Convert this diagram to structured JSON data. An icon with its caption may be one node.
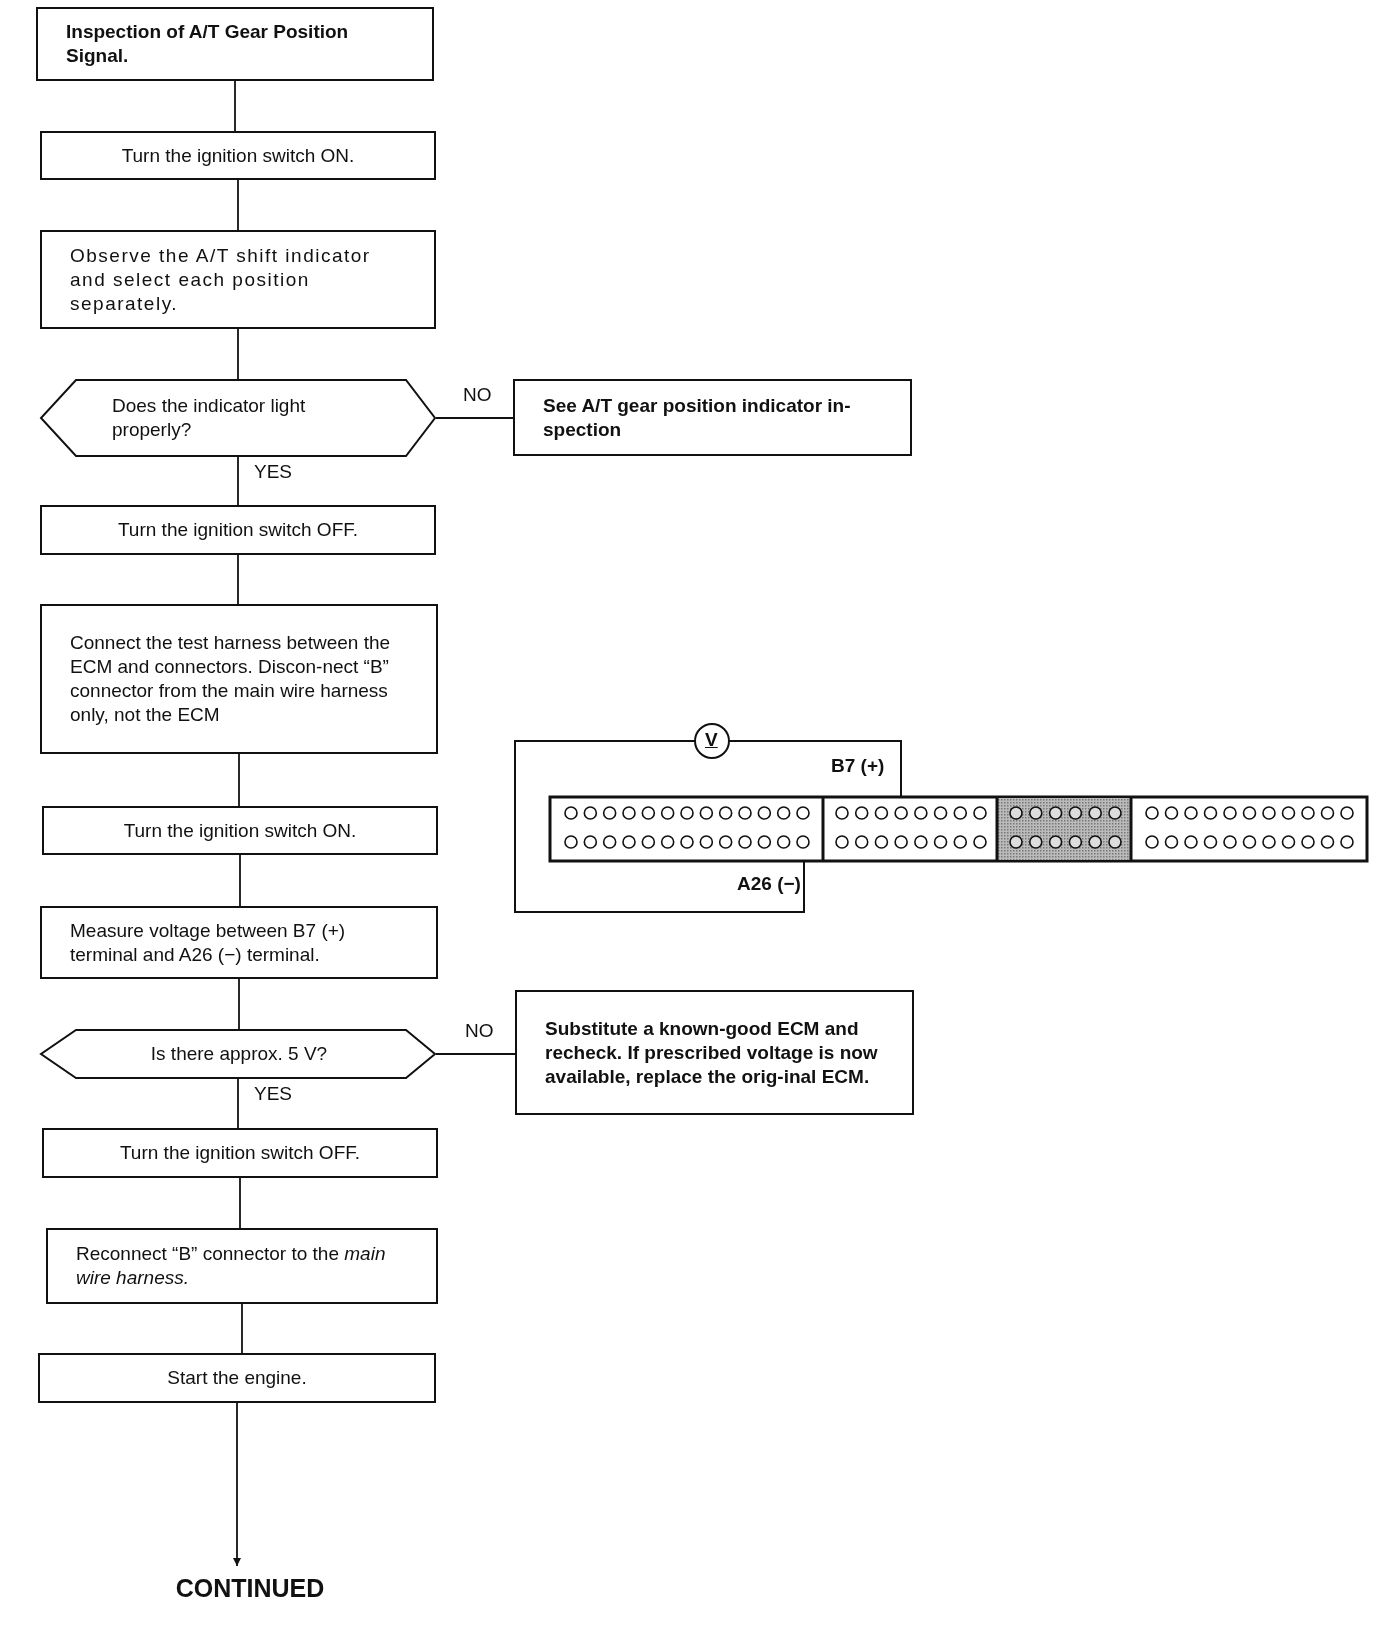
{
  "diagram": {
    "nodes": [
      {
        "text": [
          "Inspection of A/T Gear Position Signal."
        ]
      },
      {
        "text": [
          "Turn the ignition switch ON."
        ]
      },
      {
        "text": [
          "Observe the A/T shift indicator and select each position separately."
        ]
      },
      {
        "text": [
          "Does the indicator light properly?"
        ]
      },
      {
        "text": [
          "See A/T gear position indicator in-spection"
        ]
      },
      {
        "text": [
          "Turn the ignition switch OFF."
        ]
      },
      {
        "text": [
          "Connect the test harness between the ECM and connectors. Discon-nect “B” connector from the main wire harness only, not the ECM"
        ]
      },
      {
        "text": [
          "Turn the ignition switch ON."
        ]
      },
      {
        "text": [
          "Measure voltage between B7 (+) terminal and A26 (−) terminal."
        ]
      },
      {
        "text": [
          "Is there approx. 5 V?"
        ]
      },
      {
        "text": [
          "Substitute a known-good ECM and recheck. If prescribed voltage is now available, replace the orig-inal ECM."
        ]
      },
      {
        "text": [
          "Turn the ignition switch OFF."
        ]
      },
      {
        "text": [
          "Reconnect “B” connector to the *main wire harness.*"
        ]
      },
      {
        "text": [
          "Start the engine."
        ]
      },
      {
        "text": [
          "CONTINUED"
        ]
      }
    ],
    "edges": [
      {
        "from": 0,
        "to": 1,
        "arrow": "none"
      },
      {
        "from": 1,
        "to": 2,
        "arrow": "none"
      },
      {
        "from": 2,
        "to": 3,
        "arrow": "none"
      },
      {
        "from": 3,
        "to": 4,
        "arrow": "none",
        "label": "NO"
      },
      {
        "from": 3,
        "to": 5,
        "arrow": "none",
        "label": "YES"
      },
      {
        "from": 5,
        "to": 6,
        "arrow": "none"
      },
      {
        "from": 6,
        "to": 7,
        "arrow": "none"
      },
      {
        "from": 7,
        "to": 8,
        "arrow": "none"
      },
      {
        "from": 8,
        "to": 9,
        "arrow": "none"
      },
      {
        "from": 9,
        "to": 10,
        "arrow": "none",
        "label": "NO"
      },
      {
        "from": 9,
        "to": 11,
        "arrow": "none",
        "label": "YES"
      },
      {
        "from": 11,
        "to": 12,
        "arrow": "none"
      },
      {
        "from": 12,
        "to": 13,
        "arrow": "none"
      },
      {
        "from": 13,
        "to": 14,
        "arrow": "to"
      }
    ],
    "labels": [
      "V",
      "B7 (+)",
      "A26 (−)"
    ]
  }
}
